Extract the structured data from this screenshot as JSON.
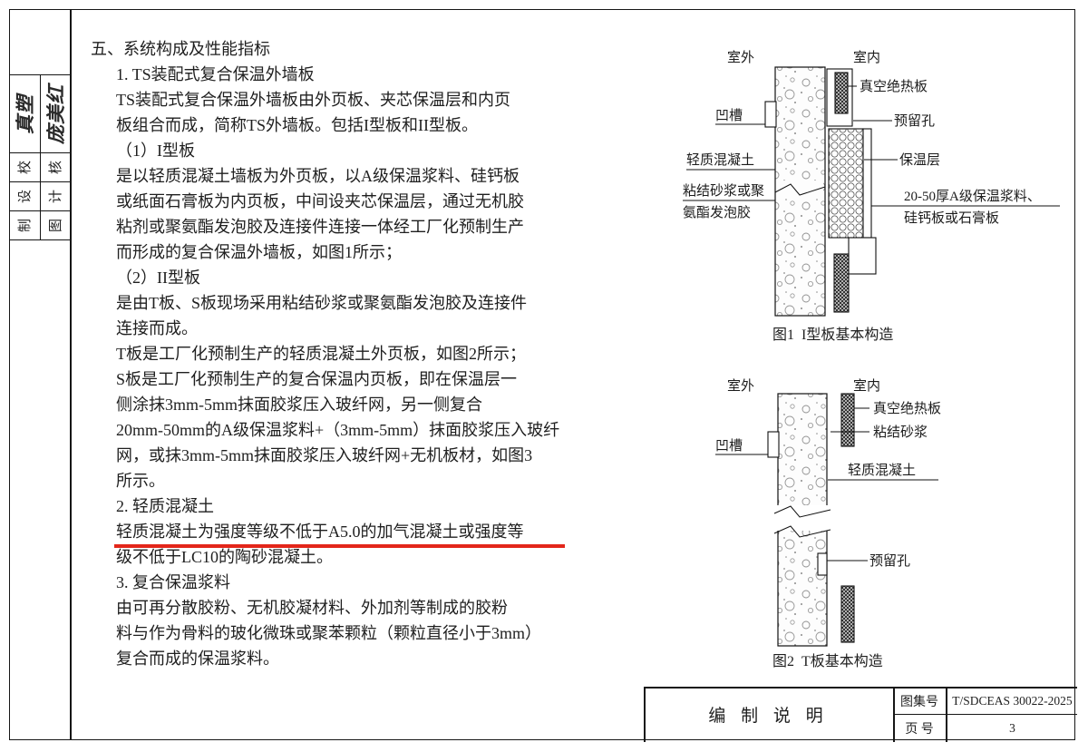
{
  "sidebar": {
    "signature_1": "真塑",
    "signature_2": "庞美红",
    "labels": [
      "校",
      "核",
      "设",
      "计",
      "制",
      "图"
    ]
  },
  "content": {
    "heading": "五、系统构成及性能指标",
    "lines": [
      "1. TS装配式复合保温外墙板",
      "TS装配式复合保温外墙板由外页板、夹芯保温层和内页",
      "板组合而成，简称TS外墙板。包括I型板和II型板。",
      "（1）I型板",
      "是以轻质混凝土墙板为外页板，以A级保温浆料、硅钙板",
      "或纸面石膏板为内页板，中间设夹芯保温层，通过无机胶",
      "粘剂或聚氨酯发泡胶及连接件连接一体经工厂化预制生产",
      "而形成的复合保温外墙板，如图1所示；",
      "（2）II型板",
      "是由T板、S板现场采用粘结砂浆或聚氨酯发泡胶及连接件",
      "连接而成。",
      "T板是工厂化预制生产的轻质混凝土外页板，如图2所示；",
      "S板是工厂化预制生产的复合保温内页板，即在保温层一",
      "侧涂抹3mm-5mm抹面胶浆压入玻纤网，另一侧复合",
      "20mm-50mm的A级保温浆料+（3mm-5mm）抹面胶浆压入玻纤",
      "网，或抹3mm-5mm抹面胶浆压入玻纤网+无机板材，如图3",
      "所示。",
      "2. 轻质混凝土",
      "轻质混凝土为强度等级不低于A5.0的加气混凝土或强度等",
      "级不低于LC10的陶砂混凝土。",
      "3. 复合保温浆料",
      "由可再分散胶粉、无机胶凝材料、外加剂等制成的胶粉",
      "料与作为骨料的玻化微珠或聚苯颗粒（颗粒直径小于3mm）",
      "复合而成的保温浆料。"
    ]
  },
  "figure1": {
    "caption": "图1  I型板基本构造",
    "labels": {
      "outside": "室外",
      "inside": "室内",
      "vacuum_panel": "真空绝热板",
      "groove": "凹槽",
      "reserved_hole": "预留孔",
      "lightweight_concrete": "轻质混凝土",
      "insulation_layer": "保温层",
      "bonding_line1": "粘结砂浆或聚",
      "bonding_line2": "氨酯发泡胶",
      "board_line1": "20-50厚A级保温浆料、",
      "board_line2": "硅钙板或石膏板"
    }
  },
  "figure2": {
    "caption": "图2  T板基本构造",
    "labels": {
      "outside": "室外",
      "inside": "室内",
      "vacuum_panel": "真空绝热板",
      "bonding_mortar": "粘结砂浆",
      "groove": "凹槽",
      "lightweight_concrete": "轻质混凝土",
      "reserved_hole": "预留孔"
    }
  },
  "title_block": {
    "title": "编 制 说 明",
    "atlas_no_label": "图集号",
    "atlas_no": "T/SDCEAS 30022-2025",
    "page_no_label": "页 号",
    "page_no": "3"
  }
}
